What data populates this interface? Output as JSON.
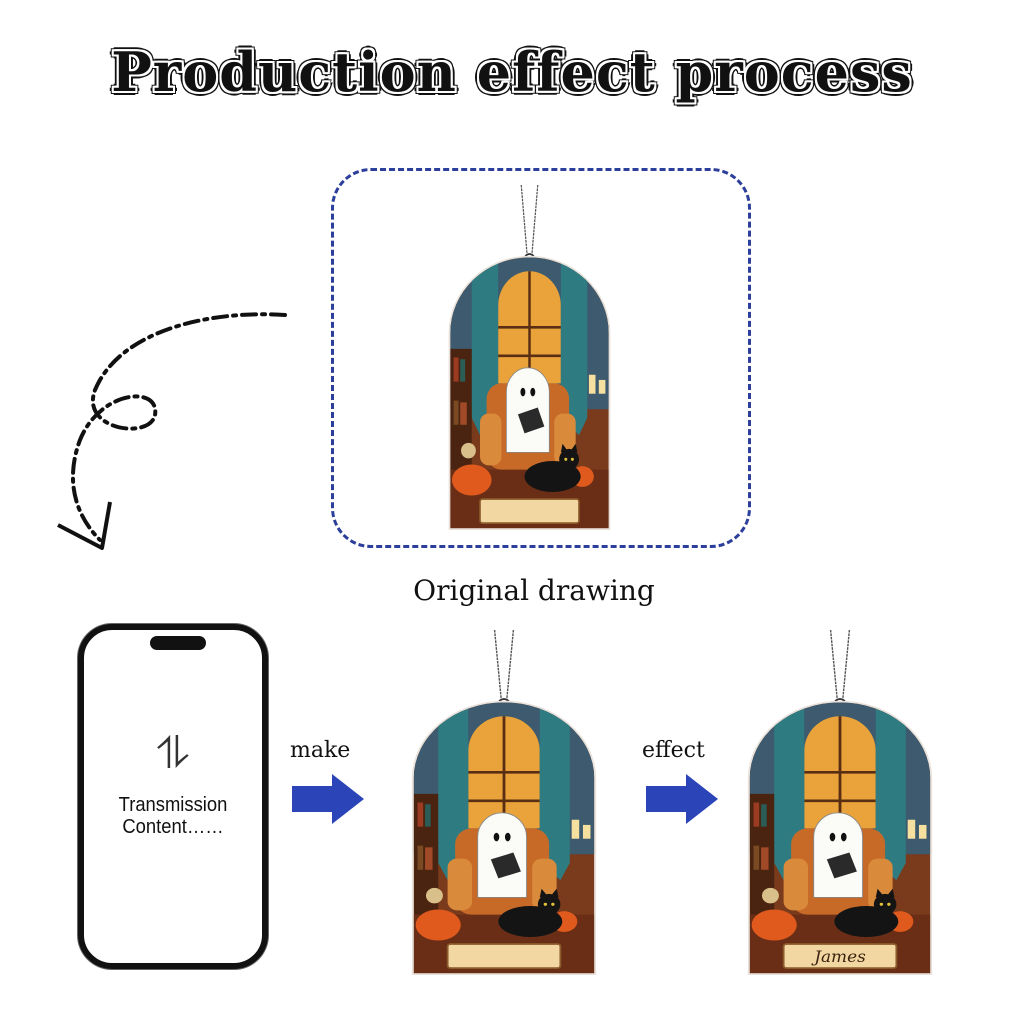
{
  "title": "Production effect process",
  "original_label": "Original drawing",
  "phone": {
    "icon": "up-down-arrows-icon",
    "sync_glyph": "⥮",
    "line1": "Transmission",
    "line2": "Content……"
  },
  "steps": {
    "make": "make",
    "effect": "effect"
  },
  "personalized_name": "James",
  "colors": {
    "frame": "#2c3f9a",
    "arrow": "#2b45b8"
  }
}
